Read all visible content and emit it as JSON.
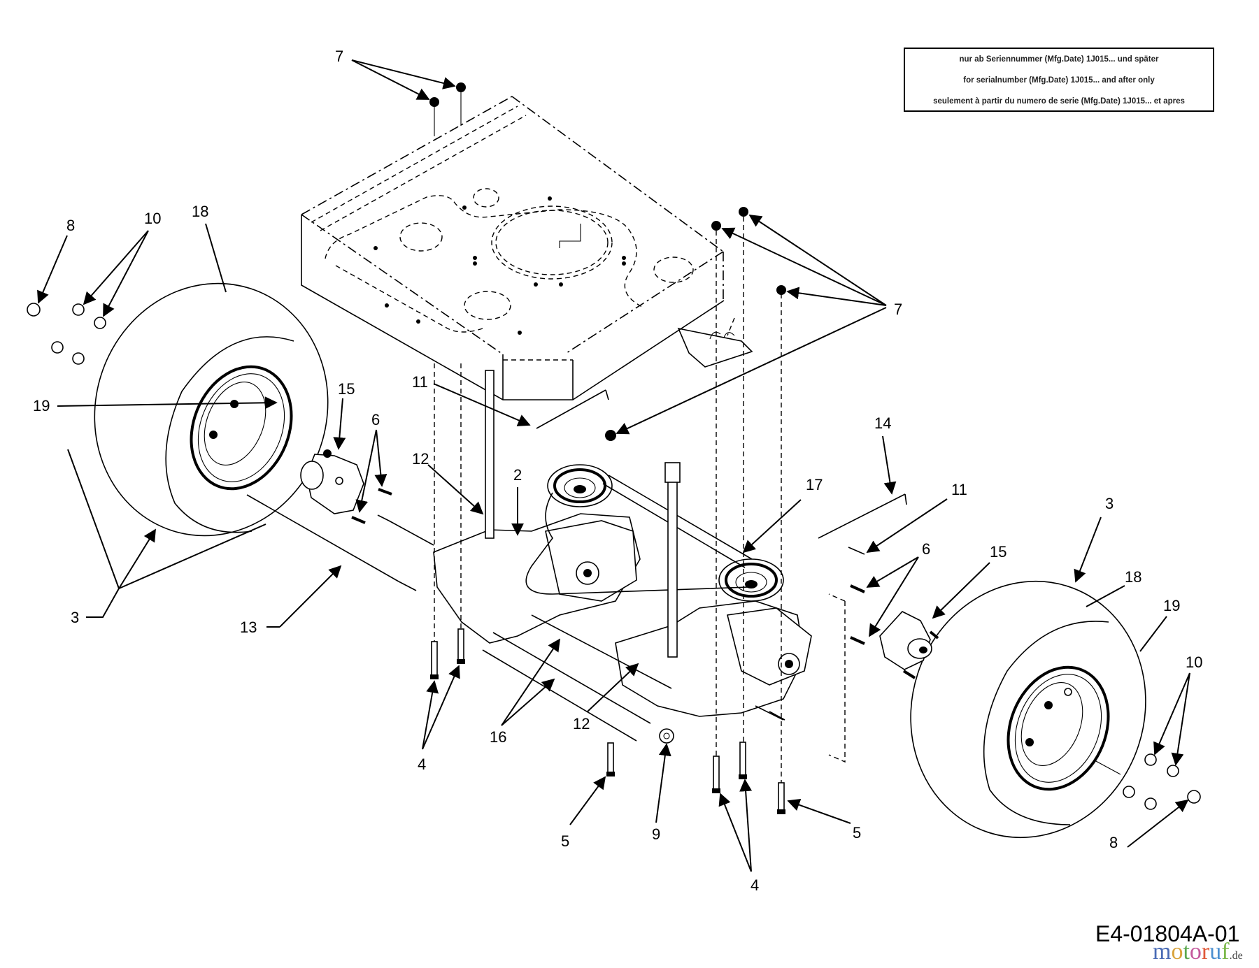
{
  "diagram": {
    "title": "Exploded parts diagram – rear wheels, transmissions and frame",
    "drawing_code": "E4-01804A-01",
    "watermark": {
      "letters": [
        "m",
        "o",
        "t",
        "o",
        "r",
        "u",
        "f"
      ],
      "colors": [
        "#4a6bb5",
        "#d9a23a",
        "#5aa84f",
        "#c4589c",
        "#e05a3a",
        "#4a8fd0",
        "#7bb84a"
      ],
      "tld": ".de"
    },
    "info_box": {
      "lines": [
        "nur ab Seriennummer (Mfg.Date) 1J015... und später",
        "for serialnumber (Mfg.Date) 1J015... and after only",
        "seulement à partir du numero de serie (Mfg.Date) 1J015... et apres"
      ]
    },
    "callouts": [
      {
        "id": "c7-top",
        "label": "7",
        "part": "nut"
      },
      {
        "id": "c7-right",
        "label": "7",
        "part": "nut"
      },
      {
        "id": "c8-left",
        "label": "8",
        "part": "lug nut"
      },
      {
        "id": "c10-left",
        "label": "10",
        "part": "lug nut"
      },
      {
        "id": "c18-left",
        "label": "18",
        "part": "tire"
      },
      {
        "id": "c19-left",
        "label": "19",
        "part": "rim"
      },
      {
        "id": "c15-left",
        "label": "15",
        "part": "hub"
      },
      {
        "id": "c6-left",
        "label": "6",
        "part": "wheel stud"
      },
      {
        "id": "c11-left",
        "label": "11",
        "part": "cotter pin"
      },
      {
        "id": "c12-upper",
        "label": "12",
        "part": "bypass rod fitting"
      },
      {
        "id": "c2",
        "label": "2",
        "part": "transmission"
      },
      {
        "id": "c3-left",
        "label": "3",
        "part": "wheel assembly"
      },
      {
        "id": "c13",
        "label": "13",
        "part": "axle rod"
      },
      {
        "id": "c4-left",
        "label": "4",
        "part": "bolt"
      },
      {
        "id": "c16",
        "label": "16",
        "part": "cross tube"
      },
      {
        "id": "c12-lower",
        "label": "12",
        "part": "bypass rod fitting"
      },
      {
        "id": "c5-left",
        "label": "5",
        "part": "bolt"
      },
      {
        "id": "c14",
        "label": "14",
        "part": "pin"
      },
      {
        "id": "c17",
        "label": "17",
        "part": "belt"
      },
      {
        "id": "c11-right",
        "label": "11",
        "part": "cotter pin"
      },
      {
        "id": "c3-right",
        "label": "3",
        "part": "wheel assembly"
      },
      {
        "id": "c6-right",
        "label": "6",
        "part": "wheel stud"
      },
      {
        "id": "c15-right",
        "label": "15",
        "part": "hub"
      },
      {
        "id": "c18-right",
        "label": "18",
        "part": "tire"
      },
      {
        "id": "c19-right",
        "label": "19",
        "part": "rim"
      },
      {
        "id": "c10-right",
        "label": "10",
        "part": "lug nut"
      },
      {
        "id": "c9",
        "label": "9",
        "part": "nut"
      },
      {
        "id": "c5-right",
        "label": "5",
        "part": "bolt"
      },
      {
        "id": "c8-right",
        "label": "8",
        "part": "lug nut"
      },
      {
        "id": "c4-right",
        "label": "4",
        "part": "bolt"
      }
    ]
  }
}
